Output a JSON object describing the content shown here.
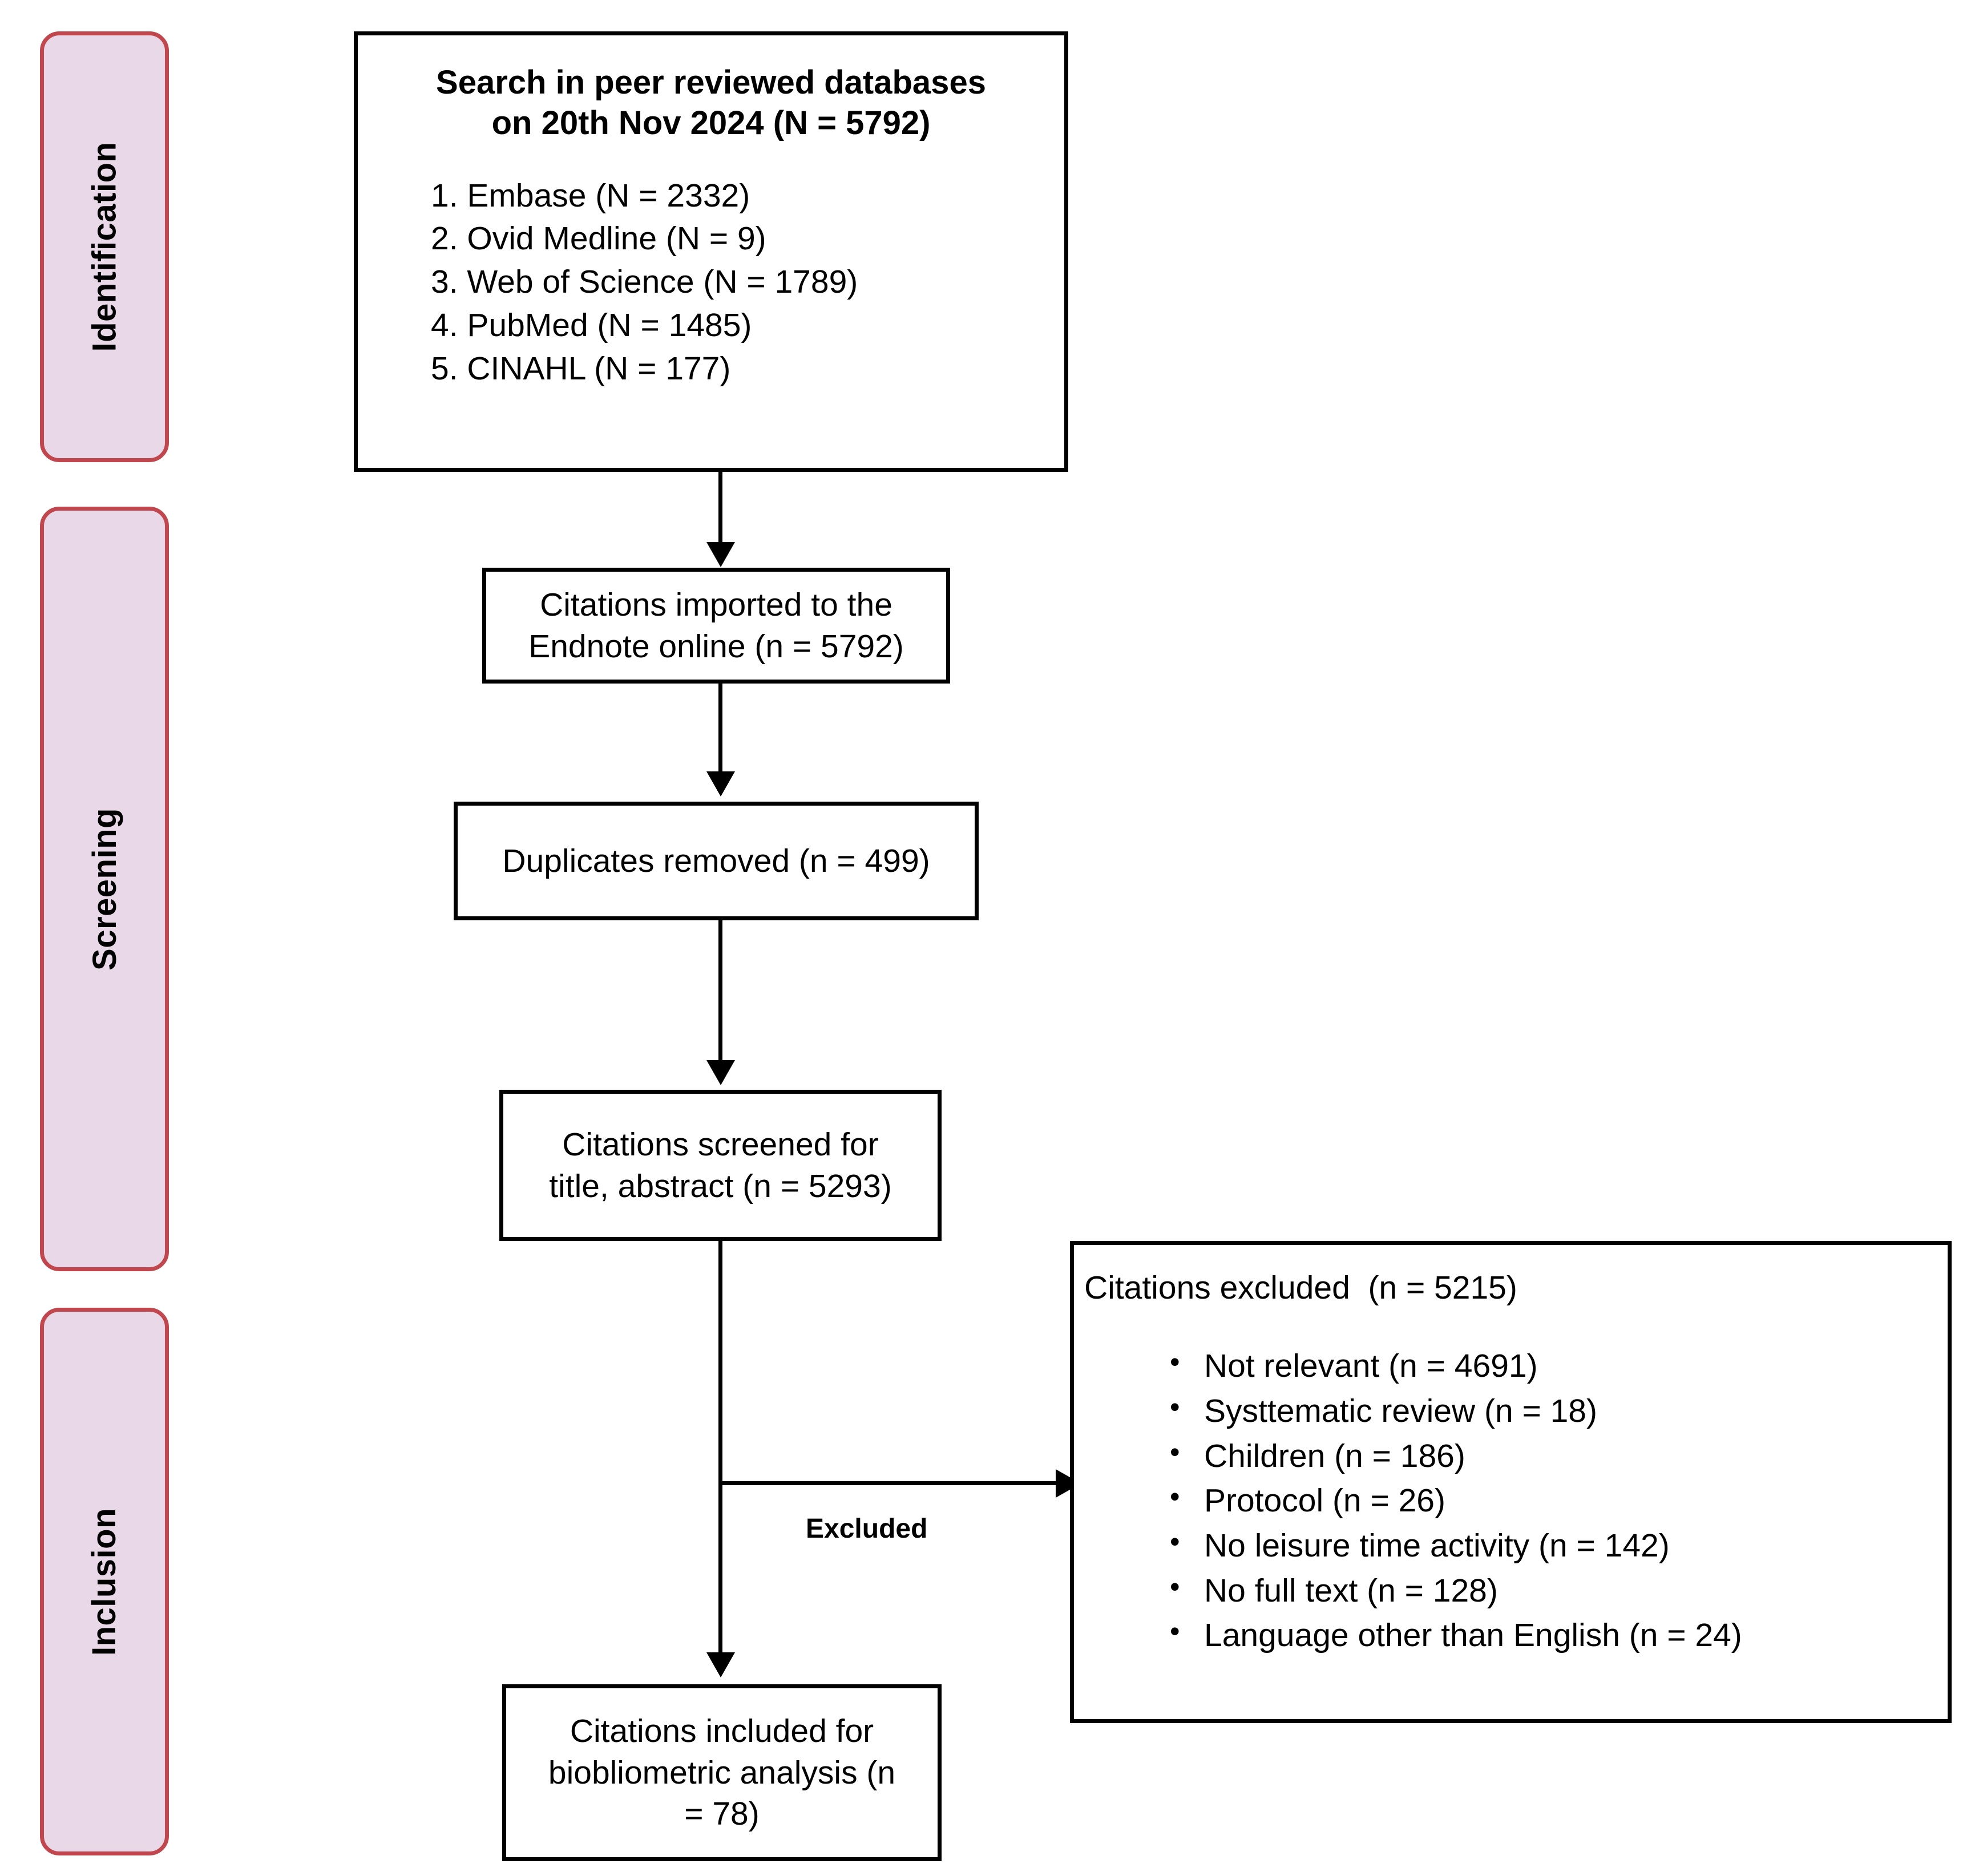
{
  "phases": [
    {
      "label": "Identification"
    },
    {
      "label": "Screening"
    },
    {
      "label": "Inclusion"
    }
  ],
  "colors": {
    "rail_fill": "#e9d9e8",
    "rail_border": "#bf474d",
    "box_border": "#000000",
    "box_fill": "#ffffff",
    "text": "#000000"
  },
  "identification": {
    "title_line1": "Search in peer reviewed databases",
    "title_line2": "on 20th Nov 2024 (N = 5792)",
    "databases": [
      "1. Embase (N = 2332)",
      "2. Ovid Medline (N = 9)",
      "3. Web of Science (N = 1789)",
      "4. PubMed (N = 1485)",
      "5. CINAHL (N = 177)"
    ]
  },
  "imported": {
    "line1": "Citations imported to the",
    "line2": "Endnote online (n = 5792)"
  },
  "duplicates": {
    "line1": "Duplicates removed (n = 499)"
  },
  "screened": {
    "line1": "Citations screened for",
    "line2": "title, abstract (n = 5293)"
  },
  "excluded": {
    "edge_label": "Excluded",
    "heading": "Citations excluded  (n = 5215)",
    "reasons": [
      "Not relevant (n = 4691)",
      "Systtematic review (n = 18)",
      "Children (n = 186)",
      "Protocol (n = 26)",
      "No leisure time activity (n = 142)",
      "No full text (n = 128)",
      "Language other than English (n = 24)"
    ]
  },
  "included": {
    "line1": "Citations included for",
    "line2": "biobliometric analysis (n",
    "line3": "= 78)"
  },
  "chart_data": {
    "type": "diagram",
    "title": "PRISMA flow diagram",
    "nodes": [
      {
        "id": "search",
        "phase": "Identification",
        "label": "Search in peer reviewed databases on 20th Nov 2024 (N = 5792)",
        "n": 5792
      },
      {
        "id": "embase",
        "phase": "Identification",
        "label": "Embase",
        "n": 2332
      },
      {
        "id": "ovid",
        "phase": "Identification",
        "label": "Ovid Medline",
        "n": 9
      },
      {
        "id": "wos",
        "phase": "Identification",
        "label": "Web of Science",
        "n": 1789
      },
      {
        "id": "pubmed",
        "phase": "Identification",
        "label": "PubMed",
        "n": 1485
      },
      {
        "id": "cinahl",
        "phase": "Identification",
        "label": "CINAHL",
        "n": 177
      },
      {
        "id": "imported",
        "phase": "Screening",
        "label": "Citations imported to the Endnote online",
        "n": 5792
      },
      {
        "id": "duplicates",
        "phase": "Screening",
        "label": "Duplicates removed",
        "n": 499
      },
      {
        "id": "screened",
        "phase": "Screening",
        "label": "Citations screened for title, abstract",
        "n": 5293
      },
      {
        "id": "excluded",
        "phase": "Inclusion",
        "label": "Citations excluded",
        "n": 5215
      },
      {
        "id": "included",
        "phase": "Inclusion",
        "label": "Citations included for biobliometric analysis",
        "n": 78
      }
    ],
    "exclusion_reasons": [
      {
        "reason": "Not relevant",
        "n": 4691
      },
      {
        "reason": "Systtematic review",
        "n": 18
      },
      {
        "reason": "Children",
        "n": 186
      },
      {
        "reason": "Protocol",
        "n": 26
      },
      {
        "reason": "No leisure time activity",
        "n": 142
      },
      {
        "reason": "No full text",
        "n": 128
      },
      {
        "reason": "Language other than English",
        "n": 24
      }
    ],
    "edges": [
      {
        "from": "search",
        "to": "imported",
        "label": ""
      },
      {
        "from": "imported",
        "to": "duplicates",
        "label": ""
      },
      {
        "from": "duplicates",
        "to": "screened",
        "label": ""
      },
      {
        "from": "screened",
        "to": "excluded",
        "label": "Excluded"
      },
      {
        "from": "screened",
        "to": "included",
        "label": ""
      }
    ]
  }
}
